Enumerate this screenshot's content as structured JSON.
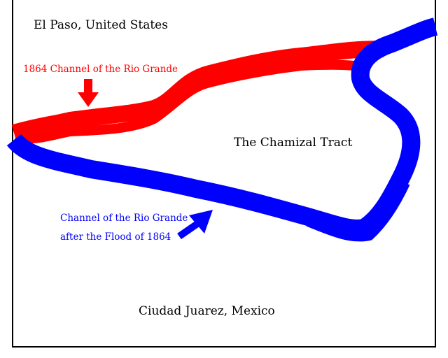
{
  "places": {
    "north": "El Paso, United States",
    "south": "Ciudad Juarez, Mexico",
    "tract": "The Chamizal Tract"
  },
  "channels": {
    "old": {
      "label": "1864 Channel of the Rio Grande",
      "color": "#ff0000"
    },
    "new": {
      "label_line1": "Channel of the Rio Grande",
      "label_line2": "after the Flood of 1864",
      "color": "#0000ff"
    }
  },
  "frame_color": "#000000",
  "icons": {
    "old_arrow": "arrow-down-icon",
    "new_arrow": "arrow-up-right-icon"
  }
}
